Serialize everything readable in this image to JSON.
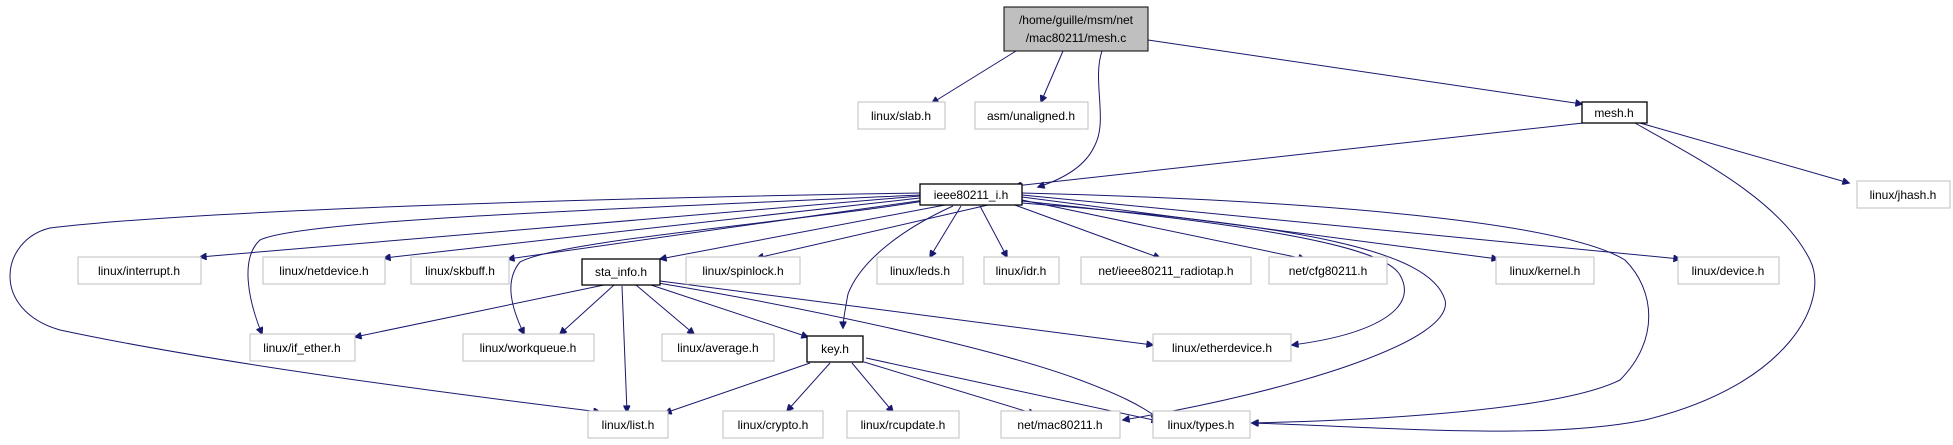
{
  "nodes": {
    "root_line1": "/home/guille/msm/net",
    "root_line2": "/mac80211/mesh.c",
    "slab": "linux/slab.h",
    "unaligned": "asm/unaligned.h",
    "mesh_h": "mesh.h",
    "ieee80211_i": "ieee80211_i.h",
    "jhash": "linux/jhash.h",
    "interrupt": "linux/interrupt.h",
    "netdevice": "linux/netdevice.h",
    "skbuff": "linux/skbuff.h",
    "sta_info": "sta_info.h",
    "spinlock": "linux/spinlock.h",
    "leds": "linux/leds.h",
    "idr": "linux/idr.h",
    "radiotap": "net/ieee80211_radiotap.h",
    "cfg80211": "net/cfg80211.h",
    "kernel": "linux/kernel.h",
    "device": "linux/device.h",
    "if_ether": "linux/if_ether.h",
    "workqueue": "linux/workqueue.h",
    "average": "linux/average.h",
    "key": "key.h",
    "etherdevice": "linux/etherdevice.h",
    "list": "linux/list.h",
    "crypto": "linux/crypto.h",
    "rcupdate": "linux/rcupdate.h",
    "mac80211": "net/mac80211.h",
    "types": "linux/types.h"
  }
}
